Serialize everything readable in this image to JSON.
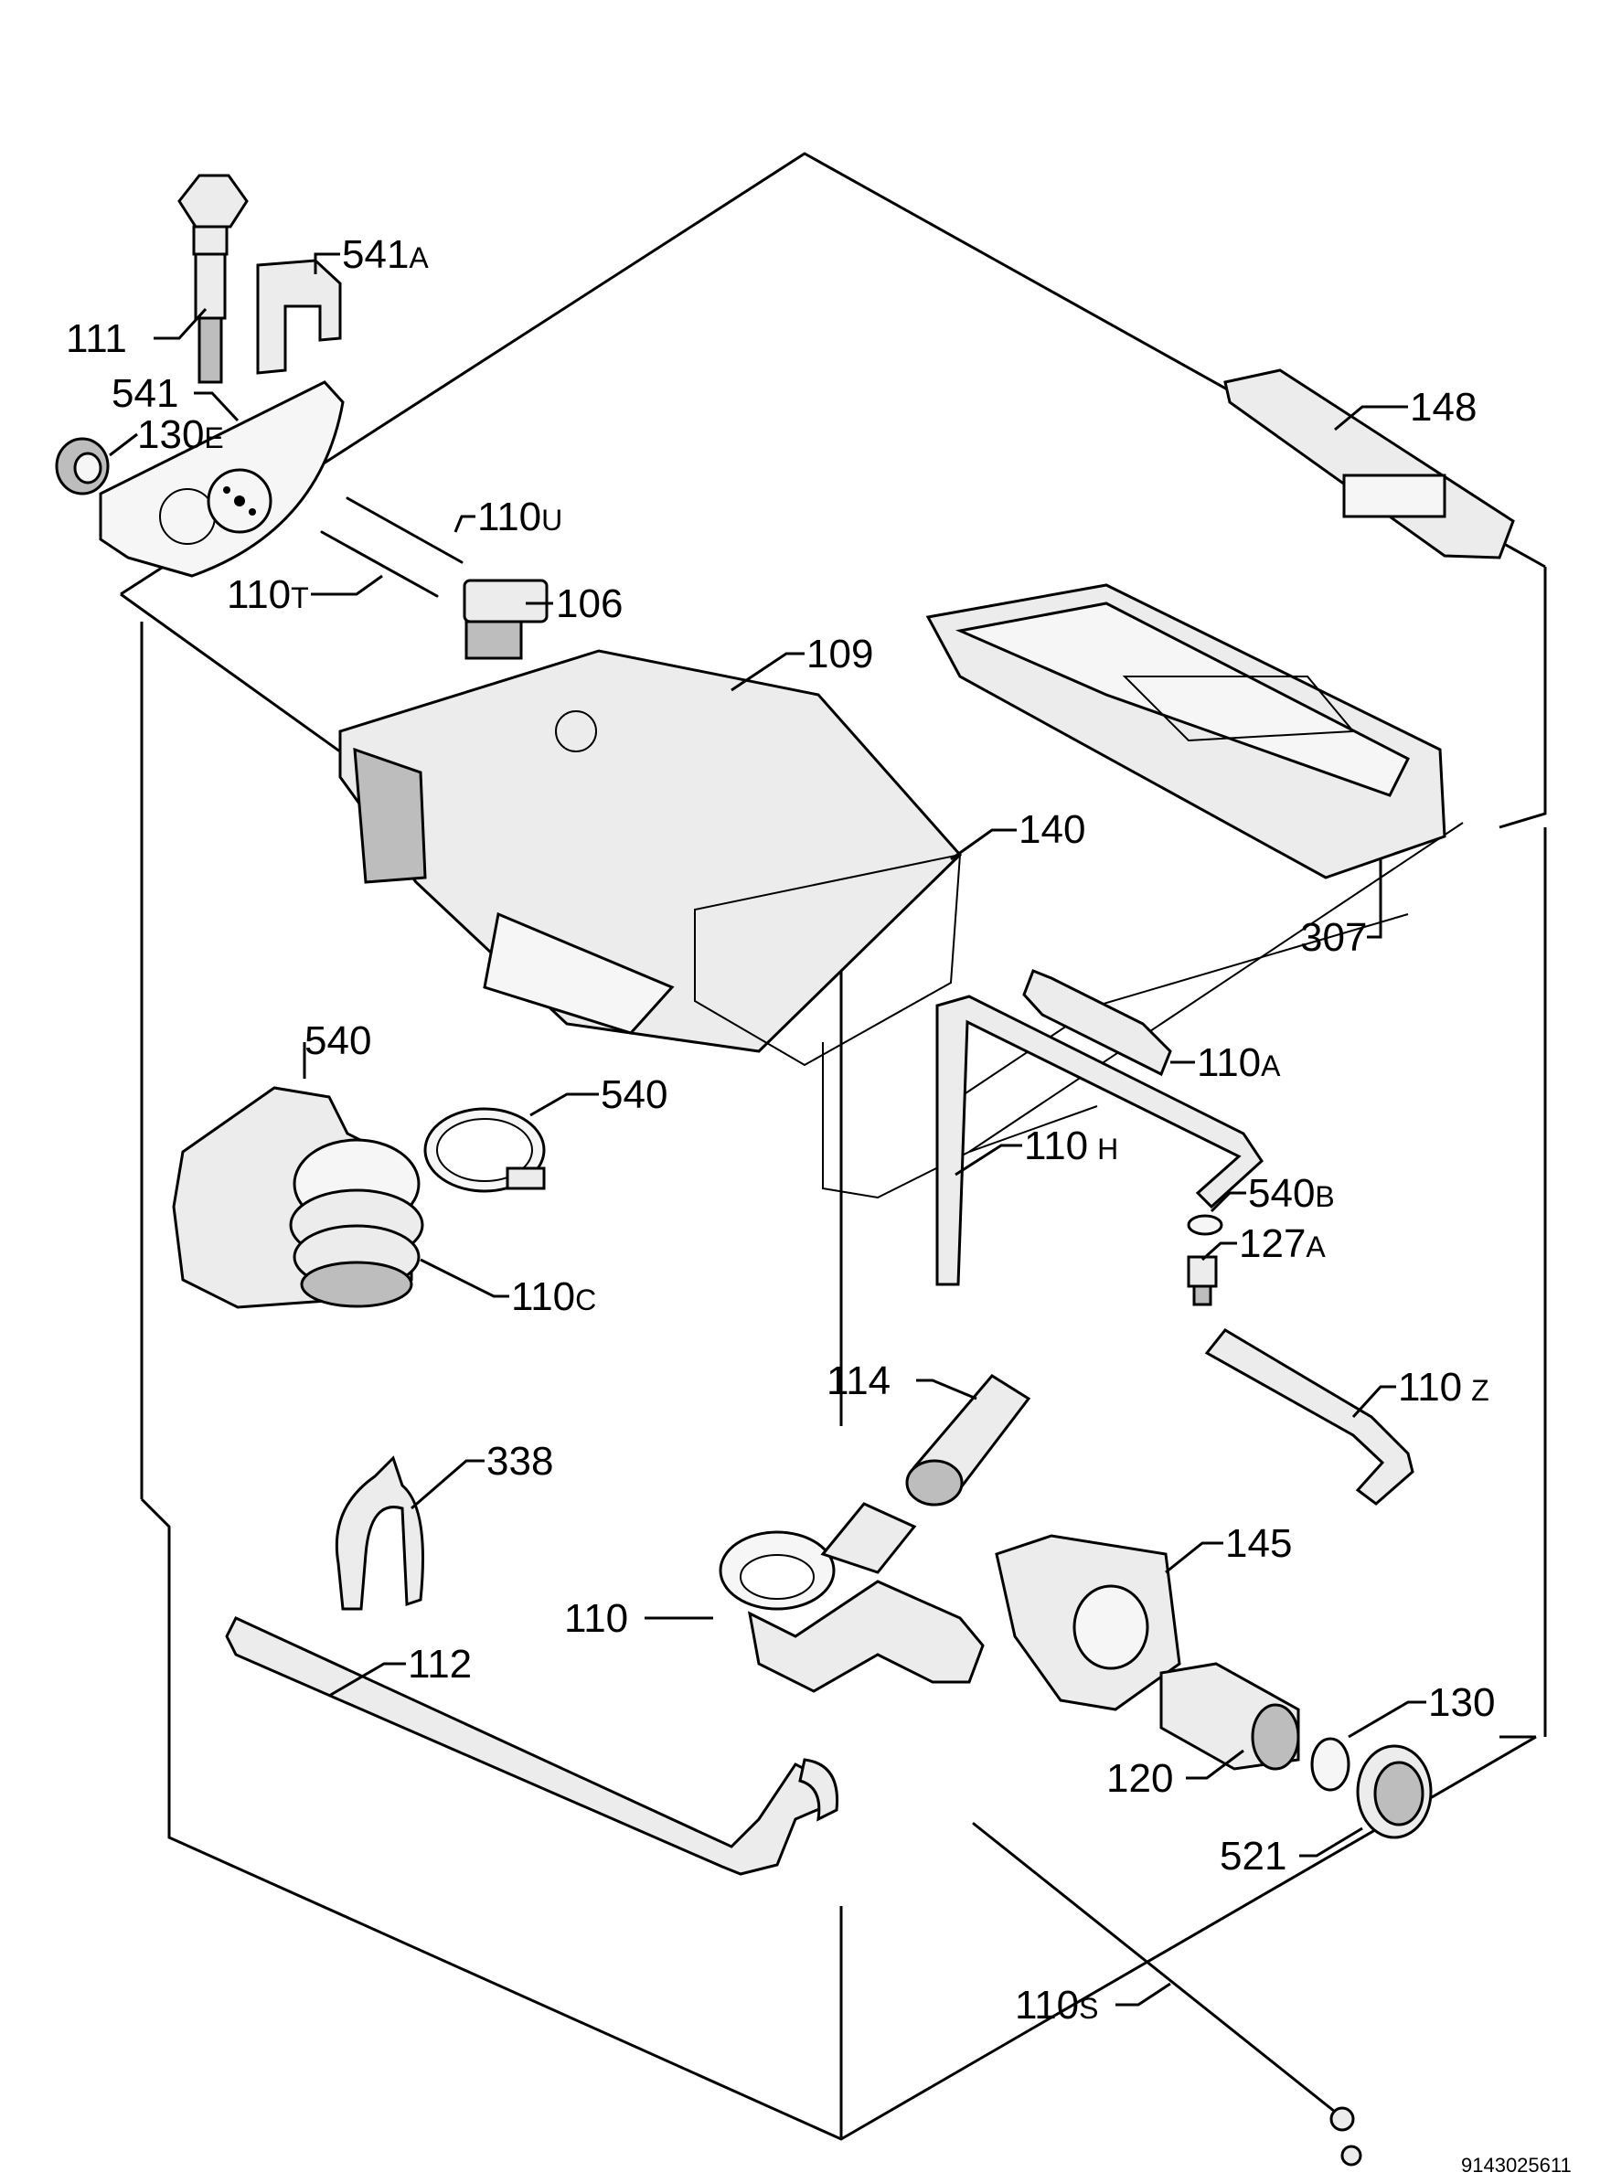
{
  "diagram": {
    "document_number": "9143025611",
    "callouts": {
      "c541A": {
        "num": "541",
        "suffix": "A"
      },
      "c111": {
        "num": "111",
        "suffix": ""
      },
      "c541": {
        "num": "541",
        "suffix": ""
      },
      "c130E": {
        "num": "130",
        "suffix": "E"
      },
      "c110U": {
        "num": "110",
        "suffix": "U"
      },
      "c110T": {
        "num": "110",
        "suffix": "T"
      },
      "c106": {
        "num": "106",
        "suffix": ""
      },
      "c109": {
        "num": "109",
        "suffix": ""
      },
      "c148": {
        "num": "148",
        "suffix": ""
      },
      "c140": {
        "num": "140",
        "suffix": ""
      },
      "c307": {
        "num": "307",
        "suffix": ""
      },
      "c110A": {
        "num": "110",
        "suffix": "A"
      },
      "c540a": {
        "num": "540",
        "suffix": ""
      },
      "c540b": {
        "num": "540",
        "suffix": ""
      },
      "c110H": {
        "num": "110",
        "suffix": "H"
      },
      "c540B": {
        "num": "540",
        "suffix": "B"
      },
      "c127A": {
        "num": "127",
        "suffix": "A"
      },
      "c110C": {
        "num": "110",
        "suffix": "C"
      },
      "c114": {
        "num": "114",
        "suffix": ""
      },
      "c110Z": {
        "num": "110",
        "suffix": "Z"
      },
      "c338": {
        "num": "338",
        "suffix": ""
      },
      "c145": {
        "num": "145",
        "suffix": ""
      },
      "c110": {
        "num": "110",
        "suffix": ""
      },
      "c112": {
        "num": "112",
        "suffix": ""
      },
      "c130": {
        "num": "130",
        "suffix": ""
      },
      "c120": {
        "num": "120",
        "suffix": ""
      },
      "c521": {
        "num": "521",
        "suffix": ""
      },
      "c110S": {
        "num": "110",
        "suffix": "S"
      }
    }
  }
}
